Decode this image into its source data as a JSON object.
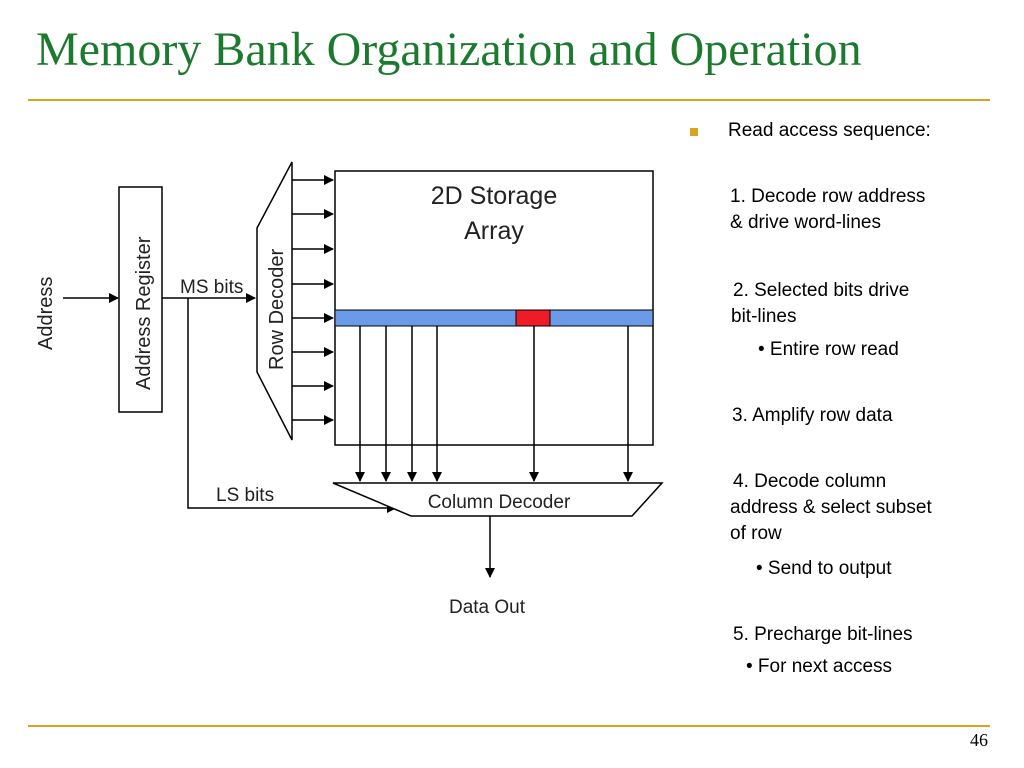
{
  "slide": {
    "title": "Memory Bank Organization and Operation",
    "page_number": "46"
  },
  "diagram": {
    "address_label": "Address",
    "address_register_label": "Address Register",
    "ms_bits_label": "MS bits",
    "ls_bits_label": "LS bits",
    "row_decoder_label": "Row Decoder",
    "storage_title_line1": "2D Storage",
    "storage_title_line2": "Array",
    "column_decoder_label": "Column Decoder",
    "data_out_label": "Data Out",
    "colors": {
      "selected_row": "#6b9ae8",
      "selected_bit": "#ee1c25",
      "line": "#000000"
    }
  },
  "bullets": {
    "heading": "Read access sequence:",
    "steps": [
      {
        "line1": "1. Decode row address",
        "line2": "& drive word-lines"
      },
      {
        "line1": "2. Selected bits drive",
        "line2": "bit-lines",
        "sub": "• Entire row read"
      },
      {
        "line1": "3. Amplify row data"
      },
      {
        "line1": "4. Decode column",
        "line2": "address & select subset",
        "line3": "of row",
        "sub": "• Send to output"
      },
      {
        "line1": "5. Precharge bit-lines",
        "sub": "• For next access"
      }
    ]
  },
  "theme": {
    "title_color": "#1c7a2f",
    "rule_color": "#d9a520"
  }
}
